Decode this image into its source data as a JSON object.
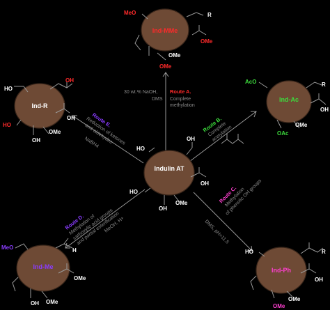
{
  "colors": {
    "blob": "#6e4a35",
    "arrow": "#9a9a9a",
    "red": "#ff2a2a",
    "green": "#3ddc3d",
    "purple": "#8a3cff",
    "pink": "#ff3fd0",
    "white": "#ffffff",
    "gray": "#8a8a8a"
  },
  "center": {
    "name": "Indulin AT",
    "oh_top_left": "HO",
    "oh_top_right": "OH",
    "oh_left": "HO",
    "oh_bottom": "OH",
    "ome": "OMe",
    "oh_acid": "OH"
  },
  "top": {
    "name": "Ind-MMe",
    "meo": "MeO",
    "r": "R",
    "ome_acid": "OMe",
    "ome_bottom": "OMe",
    "ome_side": "OMe",
    "route": "Route A.",
    "desc1": "Complete",
    "desc2": "methylation",
    "reagent1": "30 wt.% NaOH,",
    "reagent2": "DMS"
  },
  "right_top": {
    "name": "Ind-Ac",
    "aco": "AcO",
    "r": "R",
    "oh_acid": "OH",
    "oac": "OAc",
    "ome": "OMe",
    "route": "Route B.",
    "desc1": "Complete",
    "desc2": "acetylation"
  },
  "left_top": {
    "name": "Ind-R",
    "ho_top": "HO",
    "oh_top": "OH",
    "ho_left": "HO",
    "oh_acid": "OH",
    "ome": "OMe",
    "oh_bottom": "OH",
    "route": "Route E.",
    "desc1": "Reduction of ketones",
    "desc2": "and aldehydes",
    "reagent": "NaBH4"
  },
  "left_bottom": {
    "name": "Ind-Me",
    "meo": "MeO",
    "h": "H",
    "ome_acid": "OMe",
    "oh_bottom": "OH",
    "ome_bottom": "OMe",
    "route": "Route D.",
    "desc1": "Methylation of",
    "desc2": "carboxylic acid groups",
    "desc3": "and partial esterification",
    "reagent": "MeOH, H+"
  },
  "right_bottom": {
    "name": "Ind-Ph",
    "ho": "HO",
    "r": "R",
    "oh_acid": "OH",
    "ome_bottom": "OMe",
    "ome_side": "OMe",
    "route": "Route C.",
    "desc1": "Methylation",
    "desc2": "of phenolic OH groups",
    "reagent": "DMS, pH=11.5"
  }
}
